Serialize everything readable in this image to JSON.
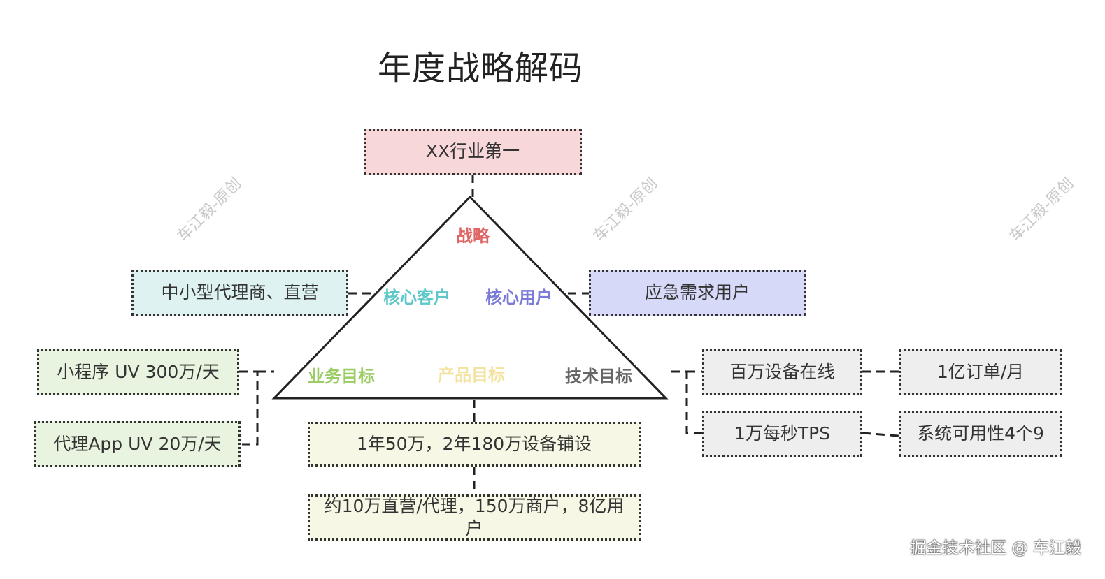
{
  "title": "年度战略解码",
  "goal": "XX行业第一",
  "triangle": {
    "strategy": "战略",
    "core_customers": "核心客户",
    "core_users": "核心用户",
    "business_goals": "业务目标",
    "product_goals": "产品目标",
    "tech_goals": "技术目标"
  },
  "customers": "中小型代理商、直营",
  "users": "应急需求用户",
  "business": {
    "mini_program_uv": "小程序 UV 300万/天",
    "agent_app_uv": "代理App UV 20万/天"
  },
  "product": {
    "deployment": "1年50万，2年180万设备铺设",
    "scale": "约10万直营/代理，150万商户，8亿用户"
  },
  "tech": {
    "devices_online": "百万设备在线",
    "orders": "1亿订单/月",
    "tps": "1万每秒TPS",
    "availability": "系统可用性4个9"
  },
  "watermark": "车江毅-原创",
  "footer": "掘金技术社区 @ 车江毅",
  "colors": {
    "goal_fill": "#f8d7d9",
    "customers_fill": "#def3f1",
    "users_fill": "#d6d9f7",
    "business_fill": "#e8f4df",
    "product_fill": "#f7f7e6",
    "tech_fill": "#eeeeee",
    "strategy_label": "#e06666",
    "core_customers_label": "#5ec8c8",
    "core_users_label": "#7a7ad8",
    "business_label": "#9ccc65",
    "product_label": "#f3e3a0",
    "tech_label": "#666666"
  }
}
